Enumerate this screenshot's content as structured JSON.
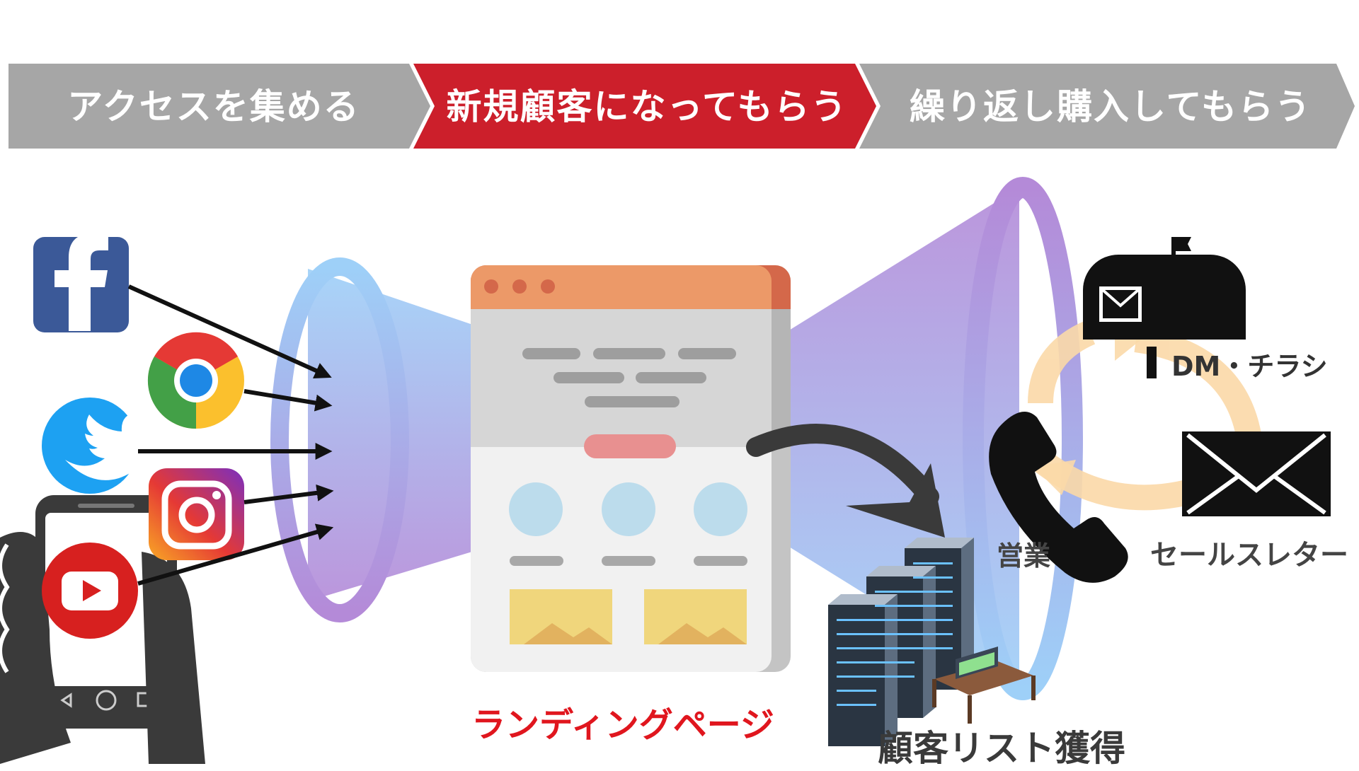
{
  "steps": [
    {
      "label": "アクセスを集める"
    },
    {
      "label": "新規顧客になってもらう"
    },
    {
      "label": "繰り返し購入してもらう"
    }
  ],
  "labels": {
    "landing_page": "ランディングページ",
    "customer_list": "顧客リスト獲得",
    "sales": "営業",
    "dm_flyer": "DM・チラシ",
    "sales_letter": "セールスレター"
  },
  "colors": {
    "step_gray": "#a6a6a6",
    "step_active": "#cc1f2b",
    "accent_red": "#e0161e",
    "funnel_blue": "#9ecaf5",
    "funnel_purple": "#b48ad8"
  },
  "icons": [
    "facebook-icon",
    "chrome-icon",
    "twitter-icon",
    "instagram-icon",
    "youtube-icon",
    "smartphone-hand-icon",
    "browser-window-icon",
    "curved-arrow-icon",
    "server-rack-icon",
    "mailbox-icon",
    "telephone-icon",
    "envelope-icon",
    "recycle-arrows-icon"
  ]
}
